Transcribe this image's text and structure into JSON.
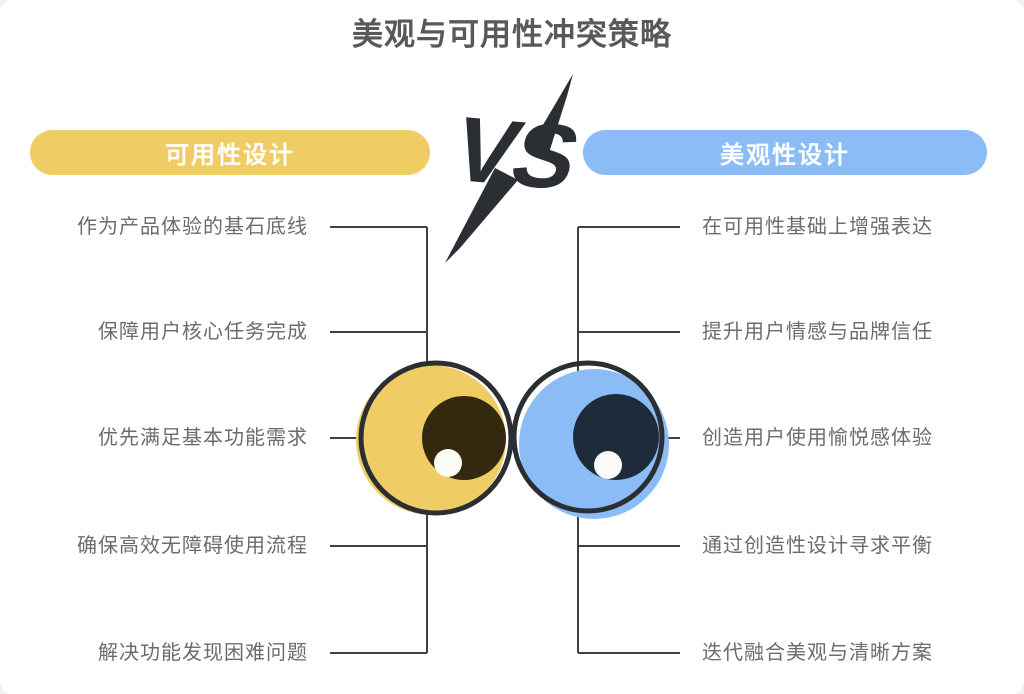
{
  "title": "美观与可用性冲突策略",
  "vs_label": "VS",
  "left": {
    "header": "可用性设计",
    "items": [
      "作为产品体验的基石底线",
      "保障用户核心任务完成",
      "优先满足基本功能需求",
      "确保高效无障碍使用流程",
      "解决功能发现困难问题"
    ]
  },
  "right": {
    "header": "美观性设计",
    "items": [
      "在可用性基础上增强表达",
      "提升用户情感与品牌信任",
      "创造用户使用愉悦感体验",
      "通过创造性设计寻求平衡",
      "迭代融合美观与清晰方案"
    ]
  },
  "colors": {
    "yellow": "#F0CD64",
    "blue": "#8BBCF5",
    "dark": "#2B2E33",
    "line": "#3D4045",
    "title-text": "#58595B",
    "item-text": "#6A6C70",
    "pupil-yellow": "#33290F",
    "pupil-blue": "#1D2B3B",
    "highlight": "#FBFBF8",
    "page-bg": "#EEF0F2",
    "card-bg": "#FFFFFF"
  }
}
